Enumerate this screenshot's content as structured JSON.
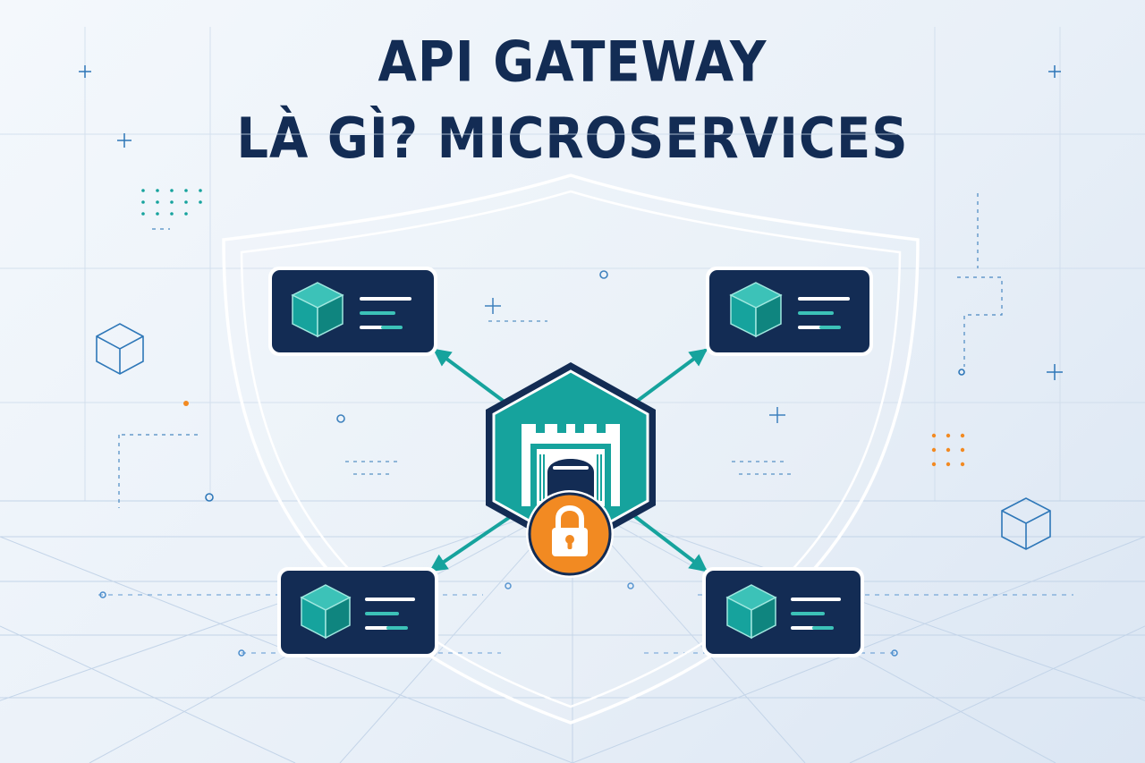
{
  "title": {
    "line1": "API GATEWAY",
    "line2": "LÀ GÌ? MICROSERVICES"
  },
  "colors": {
    "navy": "#132c54",
    "teal": "#16a39d",
    "teal_light": "#3cc2b8",
    "orange": "#f28a22",
    "grid": "#c5d5e8",
    "accent_blue": "#2e77b8",
    "shield_stroke": "#ffffff"
  },
  "nodes": [
    {
      "id": "service-top-left",
      "icon": "cube-icon"
    },
    {
      "id": "service-top-right",
      "icon": "cube-icon"
    },
    {
      "id": "service-bottom-left",
      "icon": "cube-icon"
    },
    {
      "id": "service-bottom-right",
      "icon": "cube-icon"
    }
  ],
  "gateway": {
    "icon": "castle-gate-icon",
    "badge": "lock-icon"
  }
}
